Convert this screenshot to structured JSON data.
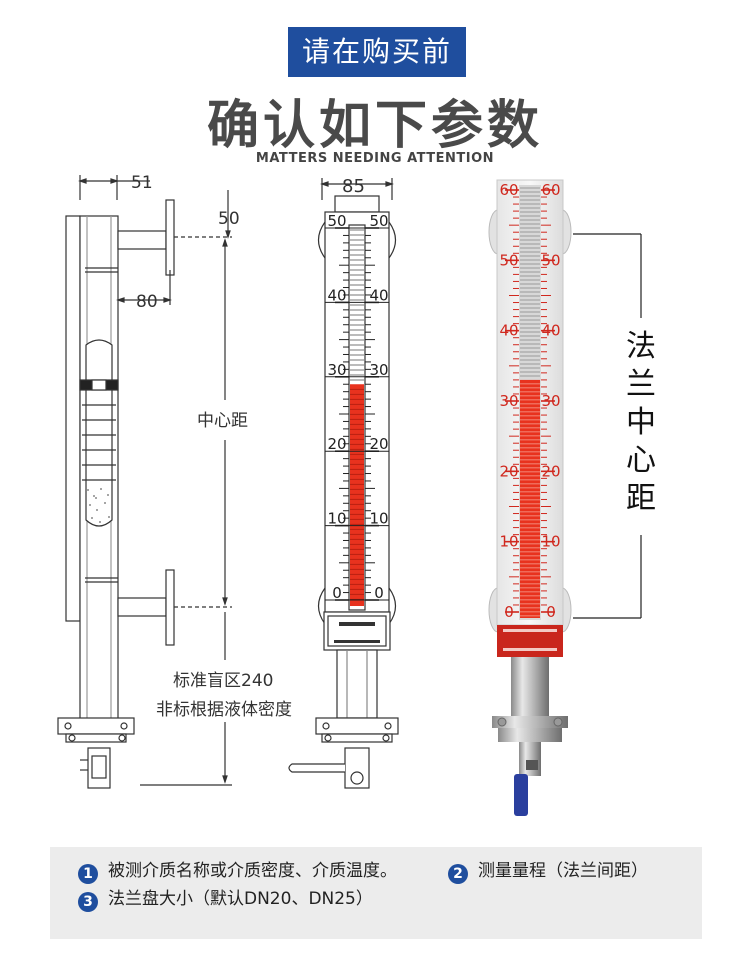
{
  "header": {
    "badge": "请在购买前",
    "headline": "确认如下参数",
    "subtitle": "MATTERS NEEDING ATTENTION"
  },
  "left_drawing": {
    "dim_top_width": "51",
    "dim_flange": "50",
    "dim_offset": "80",
    "center_distance": "中心距",
    "blind_zone": "标准盲区240",
    "note_density": "非标根据液体密度"
  },
  "middle_drawing": {
    "dim_width": "85",
    "scale_labels": [
      "50",
      "40",
      "30",
      "20",
      "10",
      "0"
    ],
    "level_value": 29,
    "scale_max": 50
  },
  "right_photo": {
    "scale_labels": [
      "60",
      "50",
      "40",
      "30",
      "20",
      "10",
      "0"
    ],
    "level_value": 33,
    "scale_max": 60,
    "flange_center_distance": "法兰中心距"
  },
  "notes": [
    {
      "num": "1",
      "text": "被测介质名称或介质密度、介质温度。"
    },
    {
      "num": "2",
      "text": "测量量程（法兰间距）"
    },
    {
      "num": "3",
      "text": "法兰盘大小（默认DN20、DN25）"
    }
  ],
  "colors": {
    "accent": "#1f4e9e",
    "level_red": "#e8321e",
    "scale_red": "#d0281e"
  }
}
